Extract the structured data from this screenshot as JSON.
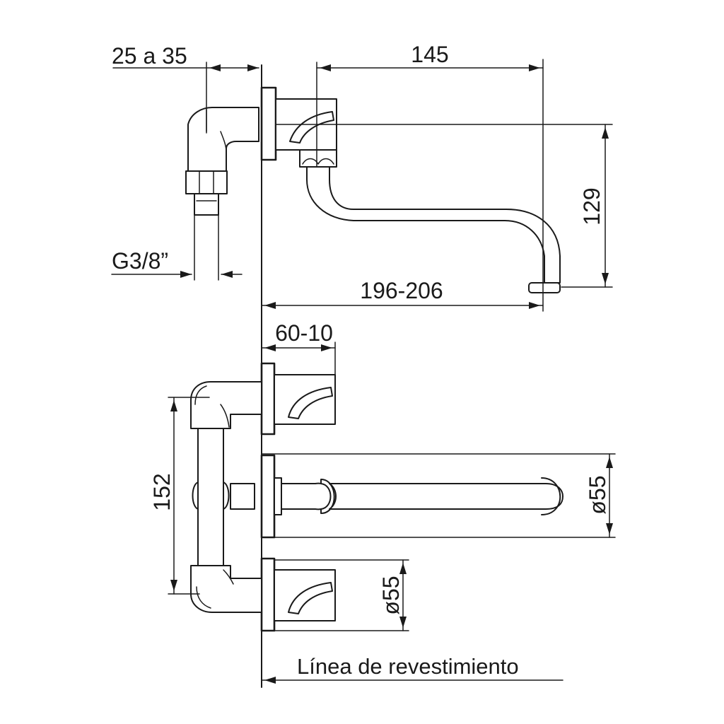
{
  "dimensions": {
    "wall_depth": "25 a 35",
    "spout_reach_top": "145",
    "spout_height": "129",
    "thread": "G3/8”",
    "spout_reach_total": "196-206",
    "valve_depth": "60-10",
    "inlet_spacing": "152",
    "spout_diameter": "ø55",
    "handle_diameter": "ø55"
  },
  "caption": "Línea de revestimiento"
}
